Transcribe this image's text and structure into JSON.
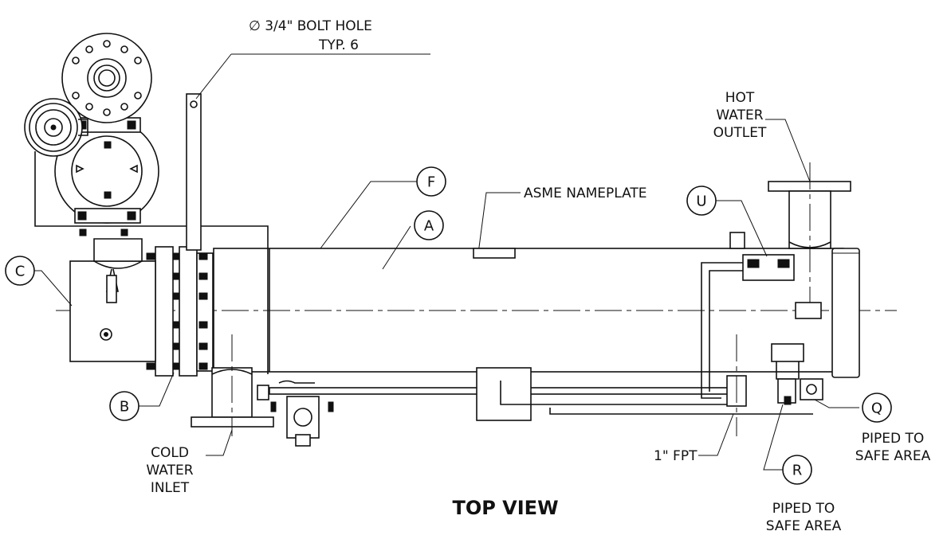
{
  "callouts": {
    "bolt_hole_line1": "∅ 3/4\" BOLT HOLE",
    "bolt_hole_line2": "TYP. 6",
    "hot_water_line1": "HOT",
    "hot_water_line2": "WATER",
    "hot_water_line3": "OUTLET",
    "asme_nameplate": "ASME NAMEPLATE",
    "cold_water_line1": "COLD",
    "cold_water_line2": "WATER",
    "cold_water_line3": "INLET",
    "fpt": "1\" FPT",
    "piped_q_line1": "PIPED TO",
    "piped_q_line2": "SAFE AREA",
    "piped_r_line1": "PIPED TO",
    "piped_r_line2": "SAFE AREA"
  },
  "tags": {
    "a": "A",
    "b": "B",
    "c": "C",
    "f": "F",
    "u": "U",
    "q": "Q",
    "r": "R"
  },
  "view_title": "TOP VIEW"
}
